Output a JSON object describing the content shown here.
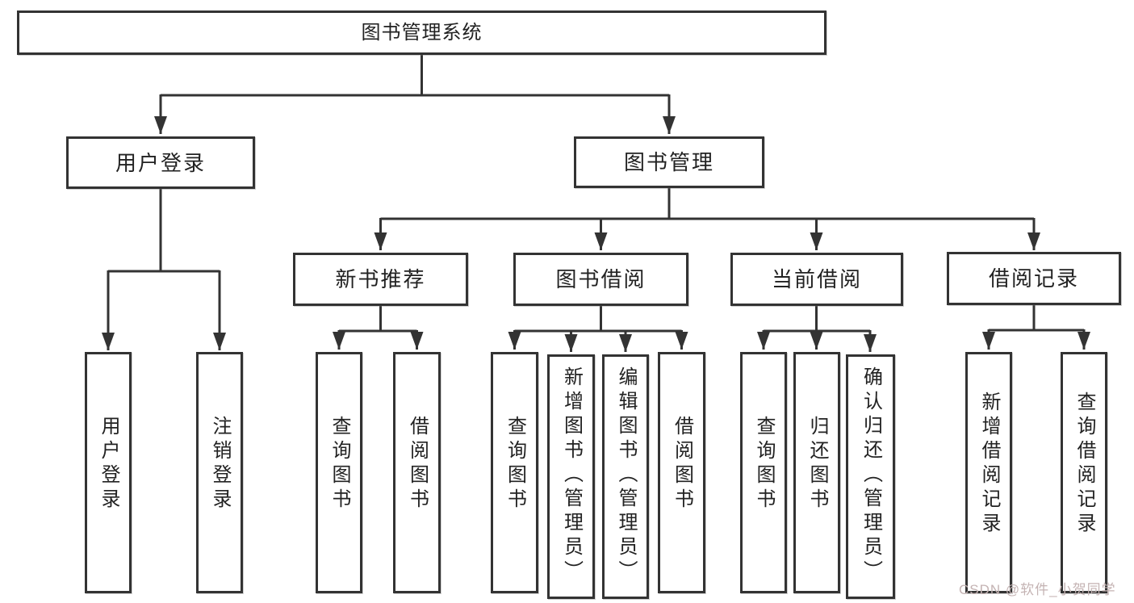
{
  "diagram": {
    "tree": {
      "label": "图书管理系统",
      "children": {
        "user_login": {
          "label": "用户登录",
          "children": {
            "login": {
              "label": "用户登录"
            },
            "logout": {
              "label": "注销登录"
            }
          }
        },
        "book_mgmt": {
          "label": "图书管理",
          "children": {
            "new_book_rec": {
              "label": "新书推荐",
              "children": {
                "query": {
                  "label": "查询图书"
                },
                "borrow": {
                  "label": "借阅图书"
                }
              }
            },
            "book_borrow": {
              "label": "图书借阅",
              "children": {
                "query": {
                  "label": "查询图书"
                },
                "add": {
                  "label": "新增图书（管理员）"
                },
                "edit": {
                  "label": "编辑图书（管理员）"
                },
                "borrow": {
                  "label": "借阅图书"
                }
              }
            },
            "current_borrow": {
              "label": "当前借阅",
              "children": {
                "query": {
                  "label": "查询图书"
                },
                "return": {
                  "label": "归还图书"
                },
                "confirm": {
                  "label": "确认归还（管理员）"
                }
              }
            },
            "borrow_records": {
              "label": "借阅记录",
              "children": {
                "add": {
                  "label": "新增借阅记录"
                },
                "query": {
                  "label": "查询借阅记录"
                }
              }
            }
          }
        }
      }
    }
  },
  "watermark": {
    "text": "CSDN @软件_小贺同学",
    "color": "#c4b3b3"
  },
  "colors": {
    "line": "#333333",
    "box_border": "#333333",
    "text": "#222222",
    "background": "#ffffff"
  }
}
